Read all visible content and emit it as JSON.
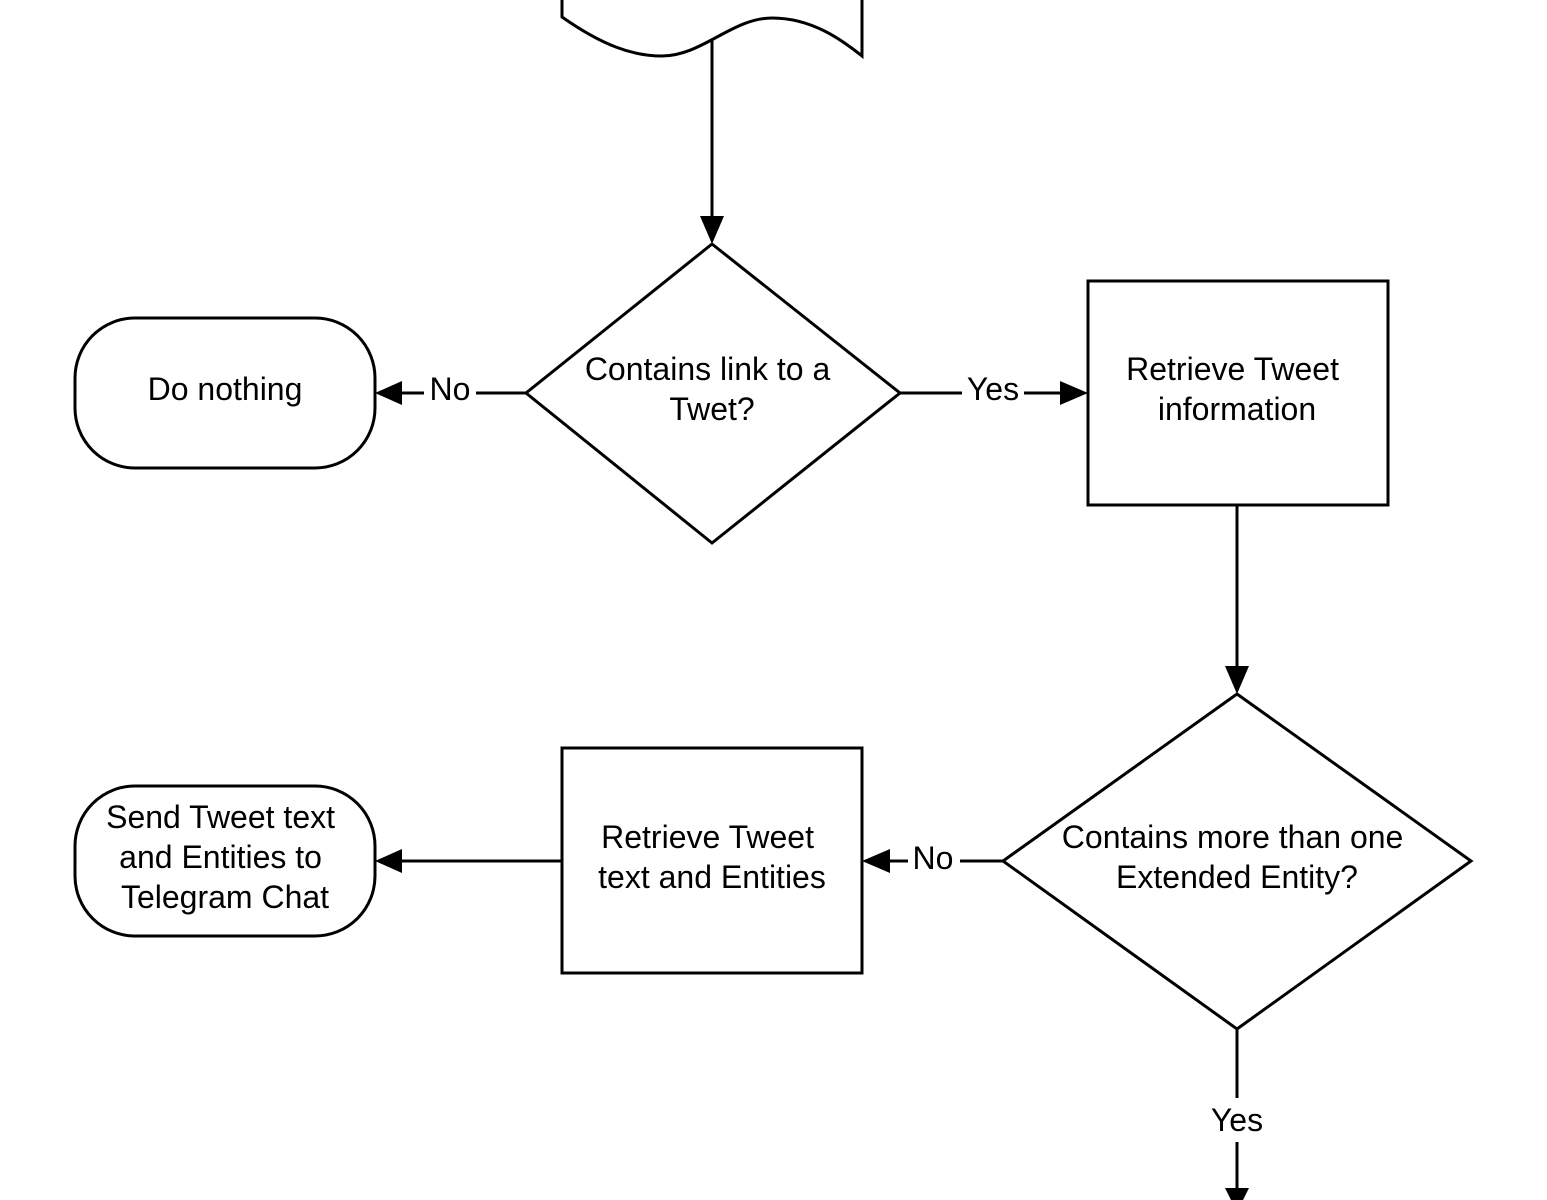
{
  "nodes": {
    "do_nothing": {
      "lines": [
        "Do nothing"
      ]
    },
    "decision_link": {
      "lines": [
        "Contains link to a",
        "Twet?"
      ]
    },
    "retrieve_info": {
      "lines": [
        "Retrieve Tweet",
        "information"
      ]
    },
    "decision_entity": {
      "lines": [
        "Contains more than one",
        "Extended Entity?"
      ]
    },
    "retrieve_text": {
      "lines": [
        "Retrieve Tweet",
        "text and Entities"
      ]
    },
    "send_telegram": {
      "lines": [
        "Send Tweet text",
        "and Entities to",
        "Telegram Chat"
      ]
    }
  },
  "edges": {
    "link_no": "No",
    "link_yes": "Yes",
    "entity_no": "No",
    "entity_yes": "Yes"
  }
}
